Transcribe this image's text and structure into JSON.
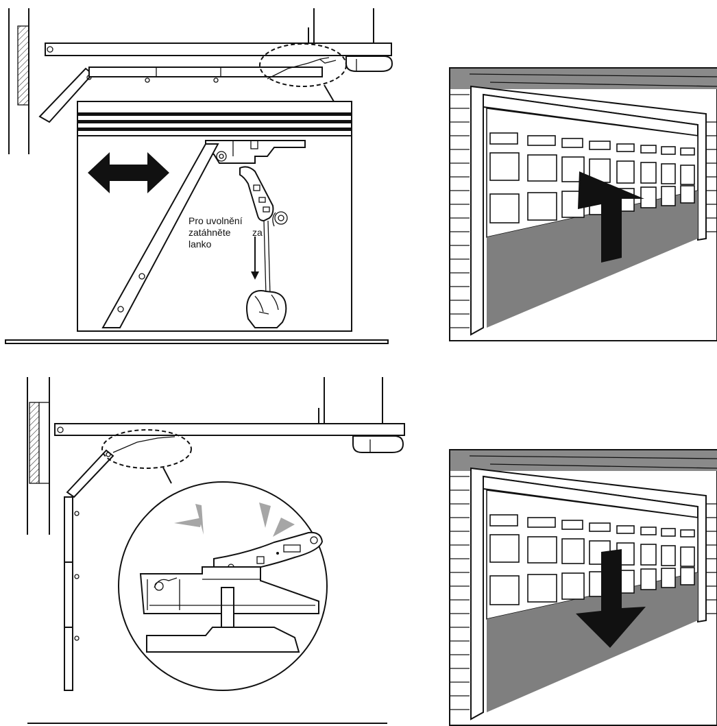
{
  "release_instruction": {
    "line1": "Pro uvolnění",
    "line2": "zatáhněte",
    "line2b": "za",
    "line3": "lanko"
  },
  "colors": {
    "ink": "#111111",
    "door_lower_gray": "#7f7f7f",
    "snap_marks_gray": "#a6a6a6"
  },
  "icons": {
    "slide_direction": "double-arrow-horizontal-icon",
    "door_open": "arrow-up-icon",
    "door_close": "arrow-down-icon",
    "hand": "hand-pulling-cord-icon"
  }
}
